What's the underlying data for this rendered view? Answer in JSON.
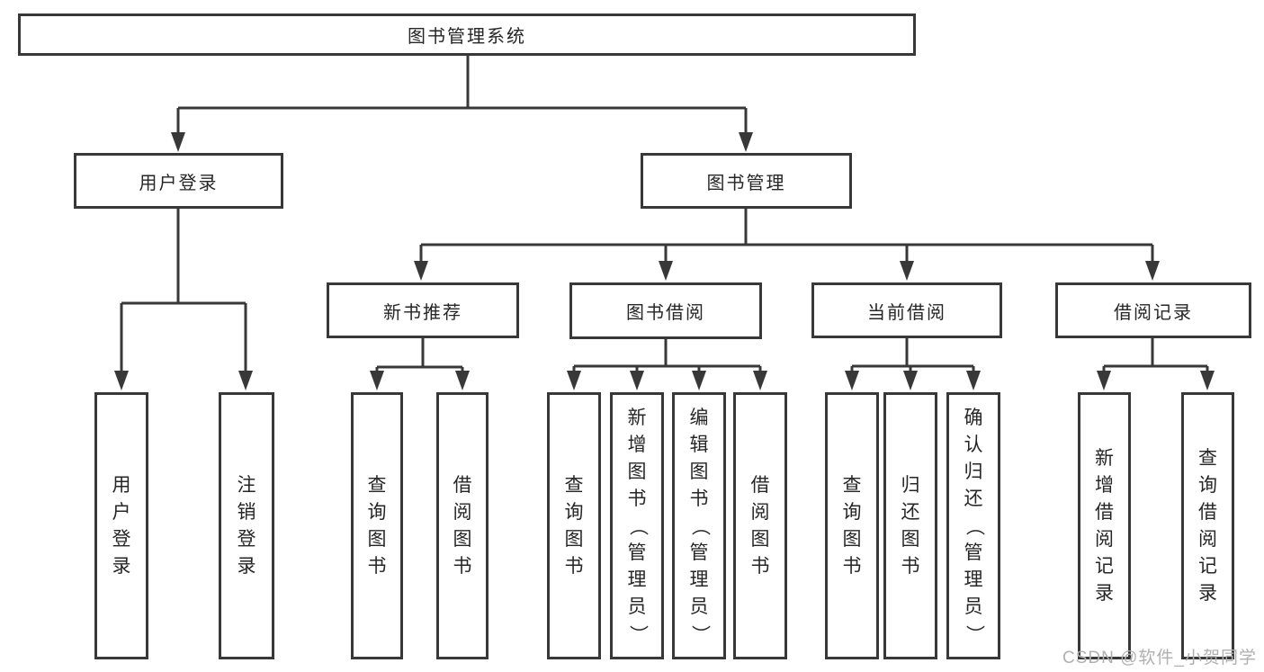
{
  "nodes": {
    "root": "图书管理系统",
    "user_login": "用户登录",
    "book_management": "图书管理",
    "new_book_recommendation": "新书推荐",
    "book_borrowing": "图书借阅",
    "current_borrowing": "当前借阅",
    "borrowing_records": "借阅记录",
    "user_login_leaf": "用户登录",
    "logout_leaf": "注销登录",
    "newrec_query_books": "查询图书",
    "newrec_borrow_books": "借阅图书",
    "borrow_query_books": "查询图书",
    "borrow_add_book_admin": "新增图书（管理员）",
    "borrow_edit_book_admin": "编辑图书（管理员）",
    "borrow_borrow_books": "借阅图书",
    "current_query_books": "查询图书",
    "current_return_books": "归还图书",
    "current_confirm_return_admin": "确认归还（管理员）",
    "records_add_borrow_record": "新增借阅记录",
    "records_query_borrow_record": "查询借阅记录"
  },
  "watermark": "CSDN @软件_小贺同学",
  "colors": {
    "line": "#383838",
    "text": "#262626",
    "box_fill": "#ffffff",
    "watermark": "#b0b0b0"
  }
}
